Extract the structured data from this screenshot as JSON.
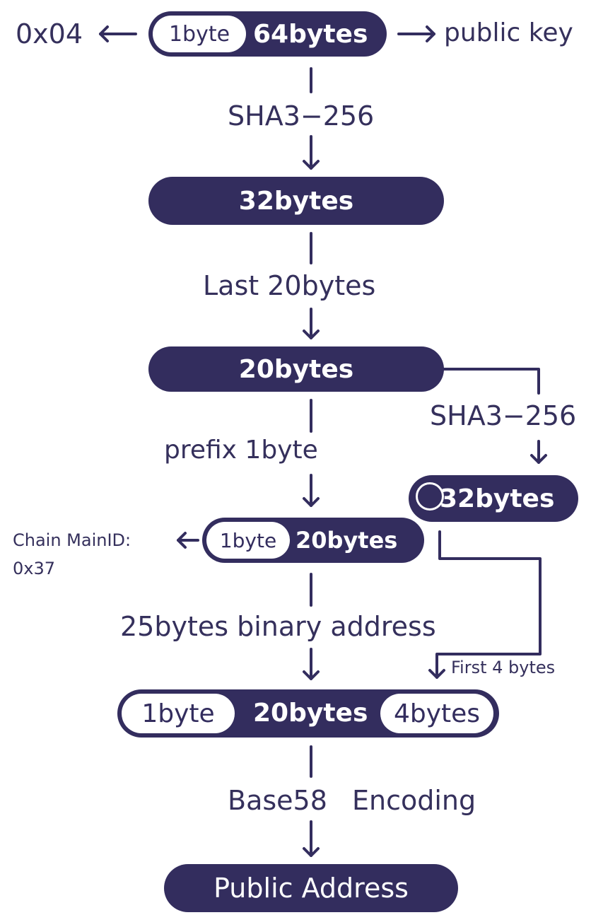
{
  "pubkey_row": {
    "prefix_value": "0x04",
    "seg_small": "1byte",
    "seg_large": "64bytes",
    "right_label": "public key"
  },
  "step1": {
    "label": "SHA3−256"
  },
  "hash32": {
    "text": "32bytes"
  },
  "step2": {
    "label": "Last 20bytes"
  },
  "bytes20": {
    "text": "20bytes"
  },
  "side_branch": {
    "label": "SHA3−256",
    "pill_text": "32bytes"
  },
  "step3": {
    "label": "prefix 1byte"
  },
  "prefixed": {
    "chain_label_line1": "Chain MainID:",
    "chain_label_line2": "0x37",
    "seg_small": "1byte",
    "seg_large": "20bytes"
  },
  "step4": {
    "label": "25bytes binary address",
    "checksum_label": "First 4 bytes"
  },
  "binary_addr": {
    "seg1": "1byte",
    "seg2": "20bytes",
    "seg3": "4bytes"
  },
  "step5": {
    "label_a": "Base58",
    "label_b": "Encoding"
  },
  "final": {
    "text": "Public Address"
  }
}
